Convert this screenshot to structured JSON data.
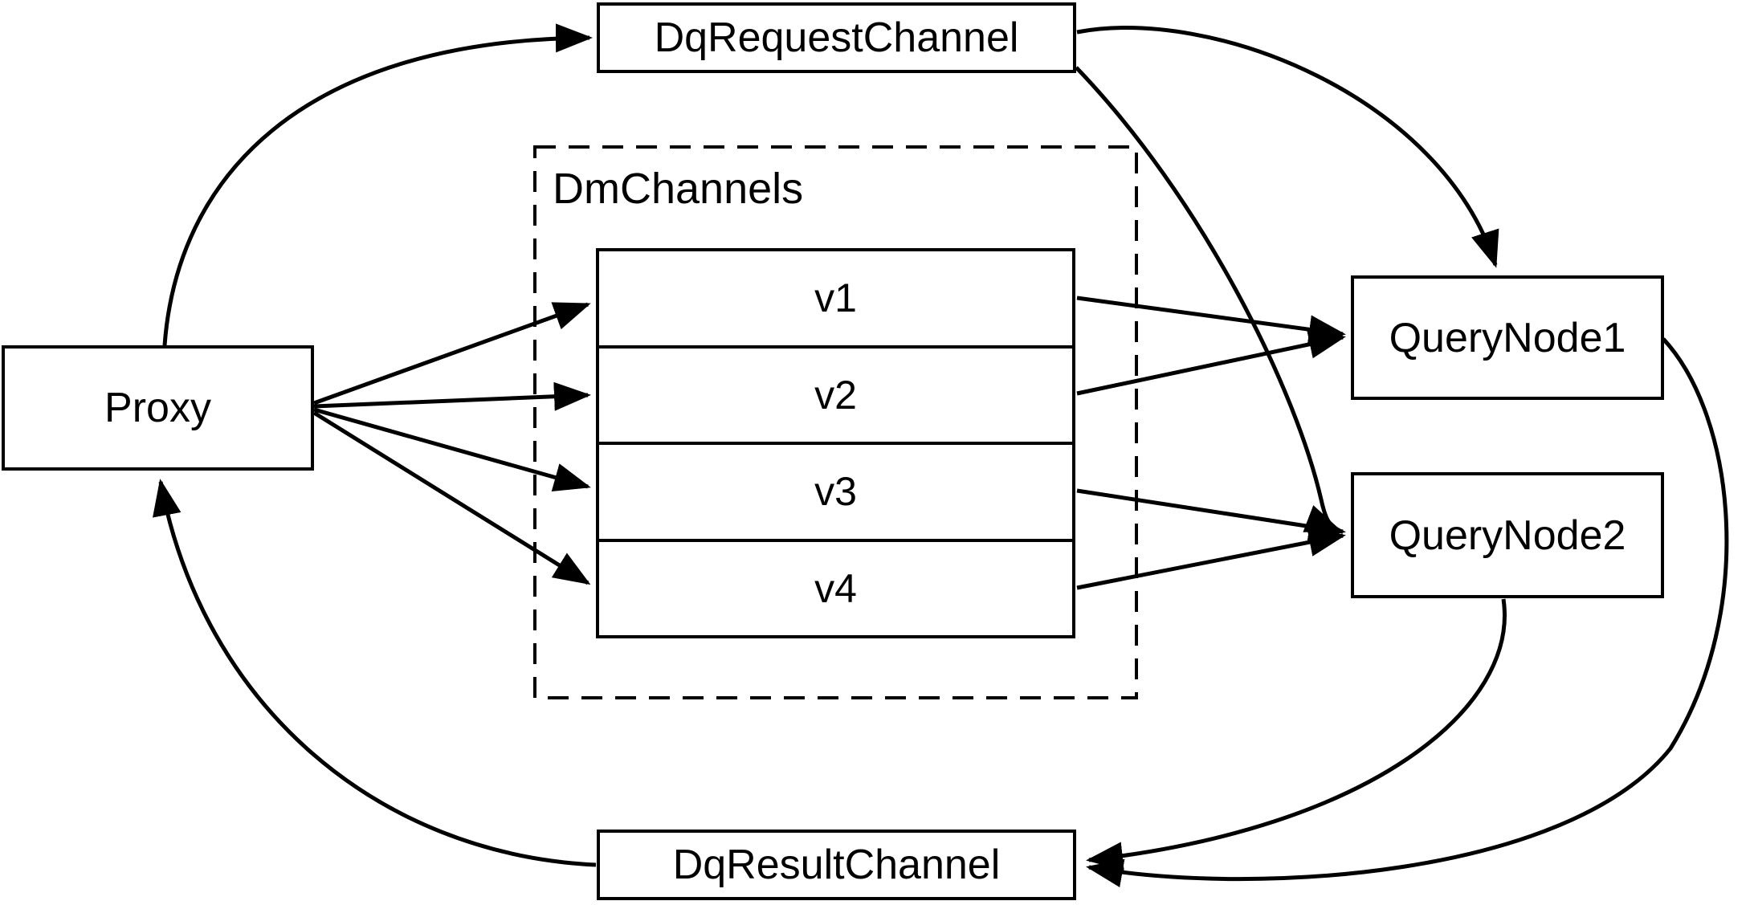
{
  "diagram": {
    "colors": {
      "stroke": "#000000",
      "background": "#ffffff"
    },
    "nodes": {
      "proxy": {
        "label": "Proxy"
      },
      "dq_request_channel": {
        "label": "DqRequestChannel"
      },
      "dm_channels": {
        "label": "DmChannels",
        "channels": [
          {
            "label": "v1"
          },
          {
            "label": "v2"
          },
          {
            "label": "v3"
          },
          {
            "label": "v4"
          }
        ]
      },
      "query_node_1": {
        "label": "QueryNode1"
      },
      "query_node_2": {
        "label": "QueryNode2"
      },
      "dq_result_channel": {
        "label": "DqResultChannel"
      }
    },
    "edges": [
      {
        "from": "Proxy",
        "to": "DqRequestChannel"
      },
      {
        "from": "Proxy",
        "to": "v1"
      },
      {
        "from": "Proxy",
        "to": "v2"
      },
      {
        "from": "Proxy",
        "to": "v3"
      },
      {
        "from": "Proxy",
        "to": "v4"
      },
      {
        "from": "v1",
        "to": "QueryNode1"
      },
      {
        "from": "v2",
        "to": "QueryNode1"
      },
      {
        "from": "v3",
        "to": "QueryNode2"
      },
      {
        "from": "v4",
        "to": "QueryNode2"
      },
      {
        "from": "DqRequestChannel",
        "to": "QueryNode1"
      },
      {
        "from": "DqRequestChannel",
        "to": "QueryNode2"
      },
      {
        "from": "QueryNode1",
        "to": "DqResultChannel"
      },
      {
        "from": "QueryNode2",
        "to": "DqResultChannel"
      },
      {
        "from": "DqResultChannel",
        "to": "Proxy"
      }
    ]
  }
}
